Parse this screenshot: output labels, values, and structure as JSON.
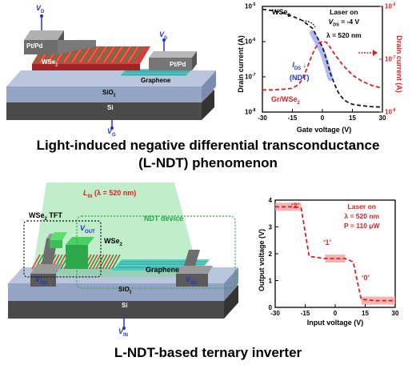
{
  "colors": {
    "wse2_curve": "#1a1a1a",
    "gr_curve": "#e02020",
    "ndt_band": "#6b7ff0",
    "laser_text": "#e02020",
    "ndt_device": "#2aa84a",
    "terminal_label": "#2233cc",
    "output_band": "#f2a0a0",
    "output_line": "#e02020"
  },
  "top_device": {
    "pt_pd_left": "Pt/Pd",
    "pt_pd_right": "Pt/Pd",
    "vd": "V",
    "vd_sub": "D",
    "vs": "V",
    "vs_sub": "S",
    "vg": "V",
    "vg_sub": "G",
    "wse2_main": "WSe",
    "wse2_sub": "2",
    "graphene": "Graphene",
    "sio2_main": "SiO",
    "sio2_sub": "2",
    "si": "Si"
  },
  "top_chart": {
    "ylabel_left": "Drain current (A)",
    "ylabel_right": "Drain current (A)",
    "xlabel": "Gate voltage (V)",
    "ylim_left_label_top": "10",
    "ylim_left_exp": [
      "-5",
      "-6",
      "-7",
      "-8"
    ],
    "ylim_right_exp": [
      "-6",
      "-7",
      "-8"
    ],
    "wse2_label_main": "WSe",
    "wse2_label_sub": "2",
    "gr_label": "Gr/WSe",
    "gr_label_sub": "2",
    "laser_line1": "Laser on",
    "laser_line2_main": "V",
    "laser_line2_sub": "DS",
    "laser_line2_val": " = -4 V",
    "laser_line3": "λ = 520 nm",
    "ids_main": "I",
    "ids_sub": "DS",
    "ids_arrow": " ↓",
    "ndt": "(NDT)"
  },
  "heading1": {
    "line1": "Light-induced negative differential transconductance",
    "line2": "(L-NDT) phenomenon"
  },
  "bottom_device": {
    "lin_main": "L",
    "lin_sub": "IN",
    "lin_val": " (λ = 520 nm)",
    "tft_main": "WSe",
    "tft_sub": "2",
    "tft_suffix": " TFT",
    "ndt_device": "NDT device",
    "vout": "V",
    "vout_sub": "OUT",
    "wse2_main": "WSe",
    "wse2_sub": "2",
    "graphene": "Graphene",
    "vdd": "V",
    "vdd_sub": "DD",
    "vss": "V",
    "vss_sub": "SS",
    "sio2_main": "SiO",
    "sio2_sub": "2",
    "si": "Si",
    "vin": "V",
    "vin_sub": "IN"
  },
  "bottom_chart": {
    "ylabel": "Output voltage (V)",
    "xlabel": "Input voltage (V)",
    "laser_line1": "Laser on",
    "laser_line2": "λ = 520 nm",
    "laser_line3": "P = 110 μW",
    "state2": "‘2’",
    "state1": "‘1’",
    "state0": "‘0’"
  },
  "heading2": {
    "text": "L-NDT-based ternary inverter"
  },
  "chart_data": [
    {
      "type": "line",
      "xlabel": "Gate voltage (V)",
      "ylabel": "Drain current (A)",
      "xlim": [
        -30,
        30
      ],
      "xticks": [
        "-30",
        "-15",
        "0",
        "15",
        "30"
      ],
      "ylim_left_log": [
        -8,
        -5
      ],
      "ylim_right_log": [
        -8,
        -6
      ],
      "series": [
        {
          "name": "WSe2",
          "axis": "left",
          "style": "dashed",
          "x": [
            -30,
            -25,
            -20,
            -15,
            -10,
            -5,
            0,
            2,
            4,
            6,
            8,
            10,
            12,
            15,
            20,
            25,
            30
          ],
          "log_y": [
            -5.08,
            -5.12,
            -5.18,
            -5.28,
            -5.4,
            -5.62,
            -6.15,
            -6.5,
            -6.9,
            -7.2,
            -7.45,
            -7.6,
            -7.7,
            -7.78,
            -7.82,
            -7.85,
            -7.86
          ]
        },
        {
          "name": "Gr/WSe2",
          "axis": "right",
          "style": "dashed",
          "x": [
            -30,
            -25,
            -20,
            -15,
            -12,
            -10,
            -8,
            -6,
            -4,
            -2,
            0,
            2,
            4,
            6,
            10,
            15,
            20,
            25,
            30
          ],
          "log_y": [
            -7.58,
            -7.58,
            -7.57,
            -7.55,
            -7.48,
            -7.38,
            -7.2,
            -7.0,
            -6.82,
            -6.7,
            -6.66,
            -6.68,
            -6.78,
            -6.9,
            -7.1,
            -7.3,
            -7.42,
            -7.5,
            -7.55
          ]
        }
      ]
    },
    {
      "type": "line",
      "xlabel": "Input voltage (V)",
      "ylabel": "Output voltage (V)",
      "xlim": [
        -30,
        30
      ],
      "ylim": [
        0,
        4
      ],
      "xticks": [
        "-30",
        "-15",
        "0",
        "15",
        "30"
      ],
      "yticks": [
        "0",
        "1",
        "2",
        "3",
        "4"
      ],
      "series": [
        {
          "name": "Output",
          "x": [
            -30,
            -20,
            -17,
            -13,
            -5,
            5,
            9,
            13,
            20,
            30
          ],
          "y": [
            3.75,
            3.75,
            3.7,
            1.9,
            1.82,
            1.82,
            1.7,
            0.3,
            0.25,
            0.25
          ]
        }
      ]
    }
  ]
}
